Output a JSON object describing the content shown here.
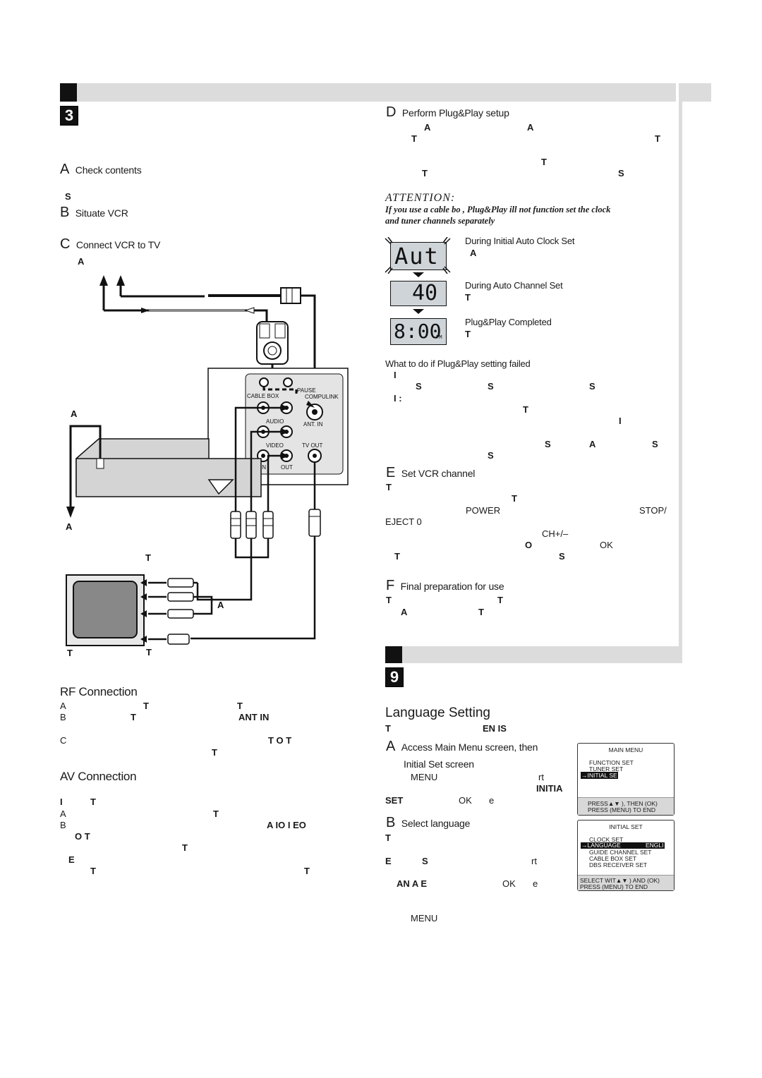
{
  "section_left": {
    "number": "3"
  },
  "section_right": {
    "number": "9"
  },
  "left_steps": {
    "a": {
      "letter": "A",
      "title": "Check contents",
      "fragment": "S"
    },
    "b": {
      "letter": "B",
      "title": "Situate VCR"
    },
    "c": {
      "letter": "C",
      "title": "Connect VCR to TV",
      "fragment": "A"
    }
  },
  "diagram": {
    "cable_box": "CABLE BOX",
    "pause": "PAUSE",
    "compulink": "COMPULINK",
    "audio": "AUDIO",
    "ant_in": "ANT. IN",
    "video": "VIDEO",
    "in_label": "IN",
    "out_label": "OUT",
    "tv_out": "TV OUT",
    "frag_a1": "A",
    "frag_a2": "A",
    "frag_a3": "A",
    "frag_t1": "T",
    "frag_t2": "T",
    "frag_t3": "T"
  },
  "rf": {
    "heading": "RF Connection",
    "l1_a": "A",
    "l1_b": "T",
    "l1_c": "T",
    "l2_a": "B",
    "l2_b": "T",
    "l2_c": "ANT  IN",
    "l3_a": "C",
    "l3_b": "T   O   T",
    "l4_a": "T"
  },
  "av": {
    "heading": "AV Connection",
    "l1_a": "I",
    "l1_b": "T",
    "l2_a": "A",
    "l2_b": "T",
    "l3_a": "B",
    "l3_b": "A    IO    I   EO",
    "l4_a": "O  T",
    "l5_a": "T",
    "l6_a": "E",
    "l7_a": "T",
    "l7_b": "T"
  },
  "right_steps": {
    "d": {
      "letter": "D",
      "title": "Perform Plug&Play setup",
      "f1": "A",
      "f2": "A",
      "f3": "T",
      "f4": "T",
      "f5": "T",
      "f6": "T",
      "f7": "S"
    },
    "attention": {
      "title": "ATTENTION:",
      "line1": "If you use a cable bo   , Plug&Play    ill not function   set the clock",
      "line2": "and tuner channels separately"
    },
    "lcd1": {
      "display": "Aut",
      "caption": "During Initial Auto Clock Set",
      "frag": "A"
    },
    "lcd2": {
      "display": "40",
      "caption": "During Auto Channel Set",
      "frag": "T"
    },
    "lcd3": {
      "display": "8:00",
      "suffix": "PM",
      "caption": "Plug&Play Completed",
      "frag": "T"
    },
    "failed": {
      "title": "What to do if Plug&Play setting failed",
      "f1": "I",
      "f2": "S",
      "f3": "S",
      "f4": "S",
      "f5": "I  :",
      "f6": "T",
      "f7": "I",
      "f8": "S",
      "f9": "A",
      "f10": "S",
      "f11": "S"
    },
    "e": {
      "letter": "E",
      "title": "Set VCR channel",
      "f1": "T",
      "f2": "T",
      "power": "POWER",
      "stop": "STOP/",
      "eject": "EJECT  0",
      "ch": "CH+/–",
      "o": "O",
      "ok": "OK",
      "f3": "T",
      "f4": "S"
    },
    "f": {
      "letter": "F",
      "title": "Final preparation for use",
      "f1": "T",
      "f2": "T",
      "f3": "A",
      "f4": "T"
    }
  },
  "language": {
    "heading": "Language Setting",
    "intro_a": "T",
    "intro_b": "EN   IS",
    "a": {
      "letter": "A",
      "title1": "Access Main Menu screen, then",
      "title2": "Initial Set screen",
      "menu": "MENU",
      "rt": "rt",
      "initia": "INITIA",
      "set": "SET",
      "ok": "OK",
      "e": "e"
    },
    "b": {
      "letter": "B",
      "title": "Select language",
      "f1": "T",
      "f2": "E",
      "f3": "S",
      "rt": "rt",
      "f4": "AN    A  E",
      "ok": "OK",
      "e": "e"
    },
    "menu_last": "MENU"
  },
  "main_menu": {
    "title": "MAIN MENU",
    "items": [
      "FUNCTION SET",
      "TUNER SET",
      "→INITIAL SE"
    ],
    "footer1": "PRESS▲▼  ), THEN (OK)",
    "footer2": "PRESS (MENU) TO END"
  },
  "initial_set": {
    "title": "INITIAL SET",
    "items": [
      "CLOCK SET",
      "→LANGUAGE",
      "GUIDE CHANNEL SET",
      "CABLE BOX SET",
      "DBS RECEIVER SET"
    ],
    "lang_value": "ENGLI",
    "footer1": "SELECT WIT▲▼    ) AND (OK)",
    "footer2": "PRESS (MENU) TO END"
  }
}
